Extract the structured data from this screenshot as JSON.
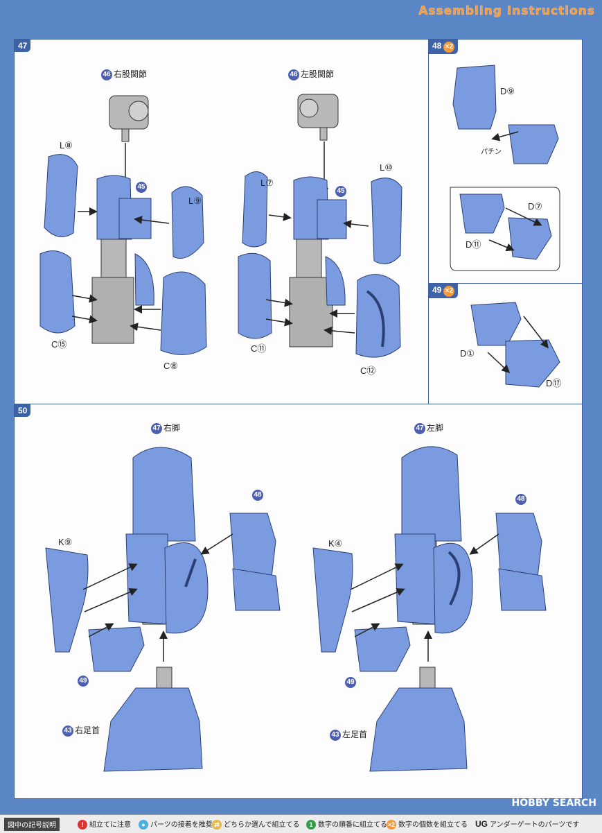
{
  "header": {
    "title": "Assembling Instructions"
  },
  "steps": {
    "s47": {
      "num": "47",
      "right_label_num": "46",
      "right_label": "右股関節",
      "left_label_num": "46",
      "left_label": "左股関節",
      "marker_a": "45",
      "marker_b": "45",
      "parts": {
        "l8": "L⑧",
        "l9": "L⑨",
        "c15": "C⑮",
        "c8": "C⑧",
        "l7": "L⑦",
        "l10": "L⑩",
        "c11": "C⑪",
        "c12": "C⑫"
      }
    },
    "s48": {
      "num": "48",
      "mult": "×2",
      "parts": {
        "d9": "D⑨",
        "d7": "D⑦",
        "d11": "D⑪"
      },
      "sfx": "パチン"
    },
    "s49": {
      "num": "49",
      "mult": "×2",
      "parts": {
        "d1": "D①",
        "d17": "D⑰"
      }
    },
    "s50": {
      "num": "50",
      "right_leg_num": "47",
      "right_leg": "右脚",
      "left_leg_num": "47",
      "left_leg": "左脚",
      "m48a": "48",
      "m48b": "48",
      "m49a": "49",
      "m49b": "49",
      "right_ankle_num": "43",
      "right_ankle": "右足首",
      "left_ankle_num": "43",
      "left_ankle": "左足首",
      "parts": {
        "k9": "K⑨",
        "k4": "K④"
      }
    }
  },
  "footer": {
    "head": "図中の記号説明",
    "items": [
      {
        "icon": "!",
        "text": "組立てに注意"
      },
      {
        "icon": "",
        "text": "パーツの接着を推奨"
      },
      {
        "icon": "",
        "text": "どちらか選んで組立てる"
      },
      {
        "icon": "1",
        "text": "数字の順番に組立てる"
      },
      {
        "icon": "×2",
        "text": "数字の個数を組立てる"
      },
      {
        "icon": "UG",
        "text": "アンダーゲートのパーツです"
      }
    ]
  },
  "brand": "HOBBY SEARCH",
  "colors": {
    "part_blue": "#7b9be0",
    "frame_blue": "#5b86c6",
    "badge": "#3c62a8",
    "accent_orange": "#f29a3d",
    "grey": "#b8b8b8"
  }
}
